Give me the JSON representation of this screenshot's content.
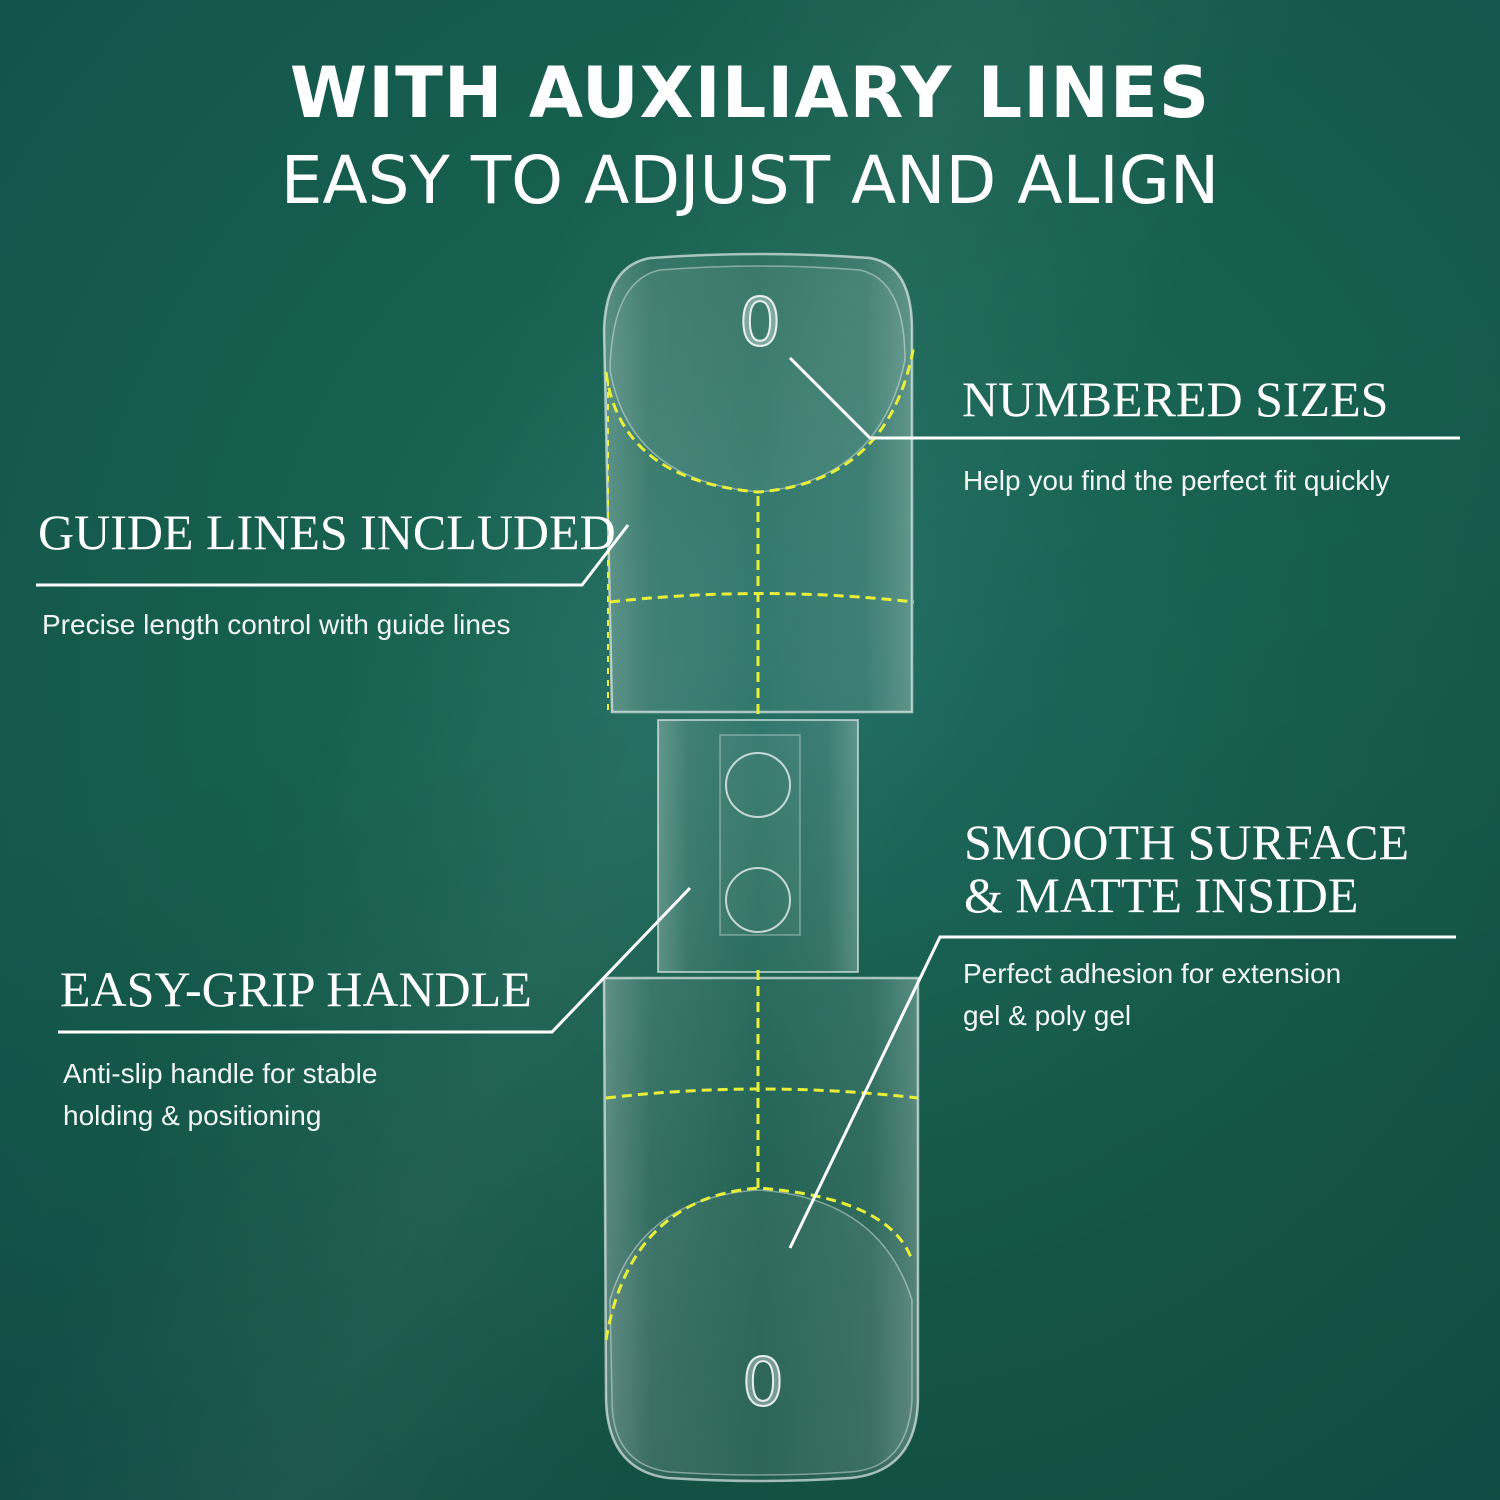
{
  "header": {
    "headline": "WITH AUXILIARY LINES",
    "subheadline": "EASY TO ADJUST AND ALIGN"
  },
  "product": {
    "top_size_number": "0",
    "bottom_size_number": "0",
    "guide_line_color": "#e7ef3a"
  },
  "callouts": {
    "numbered_sizes": {
      "title": "NUMBERED SIZES",
      "description": "Help you find the perfect fit quickly"
    },
    "guide_lines": {
      "title": "GUIDE LINES INCLUDED",
      "description": "Precise length control with guide lines"
    },
    "smooth_surface": {
      "title_line1": "SMOOTH SURFACE",
      "title_line2": "& MATTE INSIDE",
      "description_line1": "Perfect adhesion for extension",
      "description_line2": "gel & poly gel"
    },
    "easy_grip": {
      "title": "EASY-GRIP HANDLE",
      "description_line1": "Anti-slip handle for stable",
      "description_line2": "holding & positioning"
    }
  },
  "colors": {
    "background": "#17604f",
    "text": "#ffffff"
  }
}
